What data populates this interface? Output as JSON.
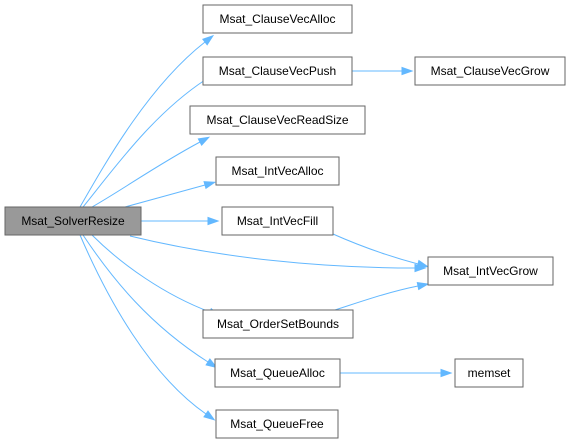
{
  "diagram": {
    "type": "call-graph",
    "colors": {
      "edge": "#63b8ff",
      "node_border": "#666666",
      "root_fill": "#999999",
      "node_fill": "#ffffff"
    },
    "nodes": [
      {
        "id": "root",
        "label": "Msat_SolverResize",
        "root": true
      },
      {
        "id": "n1",
        "label": "Msat_ClauseVecAlloc"
      },
      {
        "id": "n2",
        "label": "Msat_ClauseVecPush"
      },
      {
        "id": "n3",
        "label": "Msat_ClauseVecGrow"
      },
      {
        "id": "n4",
        "label": "Msat_ClauseVecReadSize"
      },
      {
        "id": "n5",
        "label": "Msat_IntVecAlloc"
      },
      {
        "id": "n6",
        "label": "Msat_IntVecFill"
      },
      {
        "id": "n7",
        "label": "Msat_IntVecGrow"
      },
      {
        "id": "n8",
        "label": "Msat_OrderSetBounds"
      },
      {
        "id": "n9",
        "label": "Msat_QueueAlloc"
      },
      {
        "id": "n10",
        "label": "memset"
      },
      {
        "id": "n11",
        "label": "Msat_QueueFree"
      }
    ],
    "edges": [
      {
        "from": "root",
        "to": "n1"
      },
      {
        "from": "root",
        "to": "n2"
      },
      {
        "from": "n2",
        "to": "n3"
      },
      {
        "from": "root",
        "to": "n4"
      },
      {
        "from": "root",
        "to": "n5"
      },
      {
        "from": "root",
        "to": "n6"
      },
      {
        "from": "n6",
        "to": "n7"
      },
      {
        "from": "root",
        "to": "n7"
      },
      {
        "from": "root",
        "to": "n8"
      },
      {
        "from": "n8",
        "to": "n7"
      },
      {
        "from": "root",
        "to": "n9"
      },
      {
        "from": "n9",
        "to": "n10"
      },
      {
        "from": "root",
        "to": "n11"
      }
    ]
  }
}
